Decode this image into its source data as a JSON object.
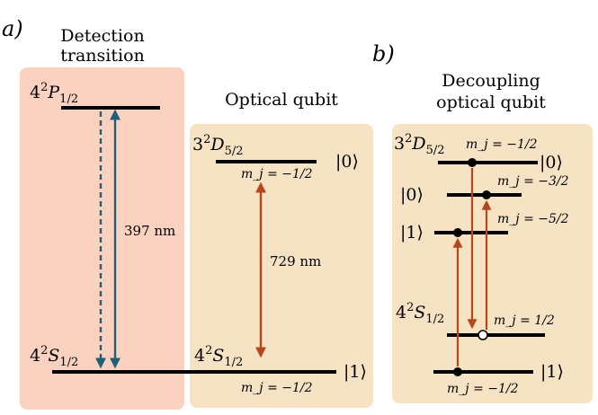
{
  "panel_a": {
    "label": "a)",
    "detection": {
      "title_line1": "Detection",
      "title_line2": "transition",
      "p_level": {
        "pre": "4",
        "sup": "2",
        "main": "P",
        "sub": "1/2"
      },
      "s_level": {
        "pre": "4",
        "sup": "2",
        "main": "S",
        "sub": "1/2"
      },
      "wavelength": "397 nm"
    },
    "optical": {
      "title": "Optical qubit",
      "d_level": {
        "pre": "3",
        "sup": "2",
        "main": "D",
        "sub": "5/2"
      },
      "d_state": "|0⟩",
      "d_mj": "m_j = −1/2",
      "s_level": {
        "pre": "4",
        "sup": "2",
        "main": "S",
        "sub": "1/2"
      },
      "s_state": "|1⟩",
      "s_mj": "m_j = −1/2",
      "wavelength": "729 nm"
    }
  },
  "panel_b": {
    "label": "b)",
    "title_line1": "Decoupling",
    "title_line2": "optical qubit",
    "d_level": {
      "pre": "3",
      "sup": "2",
      "main": "D",
      "sub": "5/2"
    },
    "s_level": {
      "pre": "4",
      "sup": "2",
      "main": "S",
      "sub": "1/2"
    },
    "state_top": "|0⟩",
    "state_mid0": "|0⟩",
    "state_mid1": "|1⟩",
    "state_bottom": "|1⟩",
    "mj_top": "m_j = −1/2",
    "mj_mid": "m_j = −3/2",
    "mj_low": "m_j = −5/2",
    "mj_s_up": "m_j = 1/2",
    "mj_s_down": "m_j = −1/2"
  },
  "colors": {
    "detection_bg": "#fbd2bf",
    "optical_bg": "#f6e3c4",
    "level": "#000000",
    "blue": "#1f5f7a",
    "orange": "#b5471a"
  }
}
